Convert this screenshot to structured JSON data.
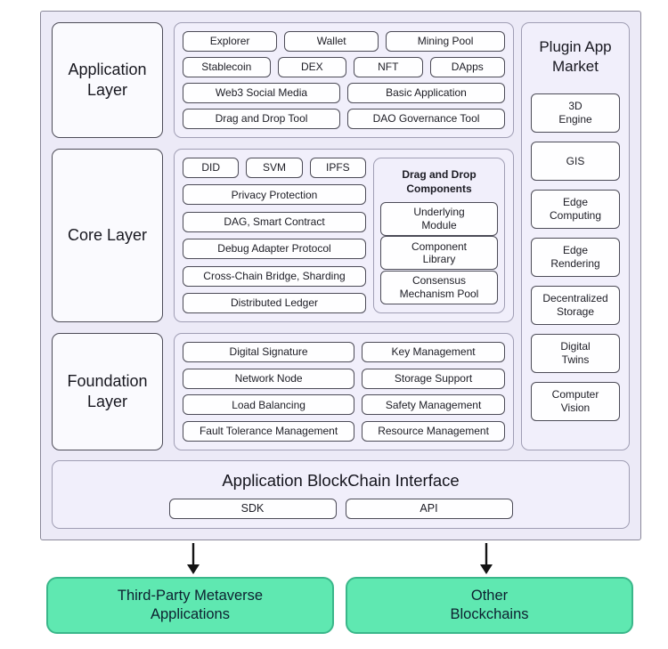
{
  "app_layer": {
    "label": "Application Layer",
    "row1": [
      "Explorer",
      "Wallet",
      "Mining Pool"
    ],
    "row2": [
      "Stablecoin",
      "DEX",
      "NFT",
      "DApps"
    ],
    "row3": [
      "Web3 Social Media",
      "Basic Application"
    ],
    "row4": [
      "Drag and Drop Tool",
      "DAO Governance Tool"
    ]
  },
  "core_layer": {
    "label": "Core Layer",
    "row1": [
      "DID",
      "SVM",
      "IPFS"
    ],
    "stack": [
      "Privacy Protection",
      "DAG, Smart Contract",
      "Debug Adapter Protocol",
      "Cross-Chain Bridge, Sharding",
      "Distributed Ledger"
    ],
    "dnd_title": "Drag and Drop Components",
    "dnd_items": [
      "Underlying Module",
      "Component Library",
      "Consensus Mechanism Pool"
    ]
  },
  "foundation_layer": {
    "label": "Foundation Layer",
    "left": [
      "Digital Signature",
      "Network Node",
      "Load Balancing",
      "Fault Tolerance Management"
    ],
    "right": [
      "Key Management",
      "Storage Support",
      "Safety Management",
      "Resource Management"
    ]
  },
  "plugin_market": {
    "title": "Plugin App Market",
    "items": [
      "3D Engine",
      "GIS",
      "Edge Computing",
      "Edge Rendering",
      "Decentralized Storage",
      "Digital Twins",
      "Computer Vision"
    ]
  },
  "abci": {
    "title": "Application BlockChain Interface",
    "items": [
      "SDK",
      "API"
    ]
  },
  "external": {
    "left": "Third-Party Metaverse Applications",
    "right": "Other Blockchains"
  },
  "colors": {
    "container_bg": "#ECEAF7",
    "panel_bg": "#F1EFFB",
    "box_bg": "#FEFEFF",
    "box_border": "#4C4B57",
    "panel_border": "#A09EB4",
    "green_bg": "#5FE8B1",
    "green_border": "#3AB78A",
    "arrow": "#141414"
  }
}
